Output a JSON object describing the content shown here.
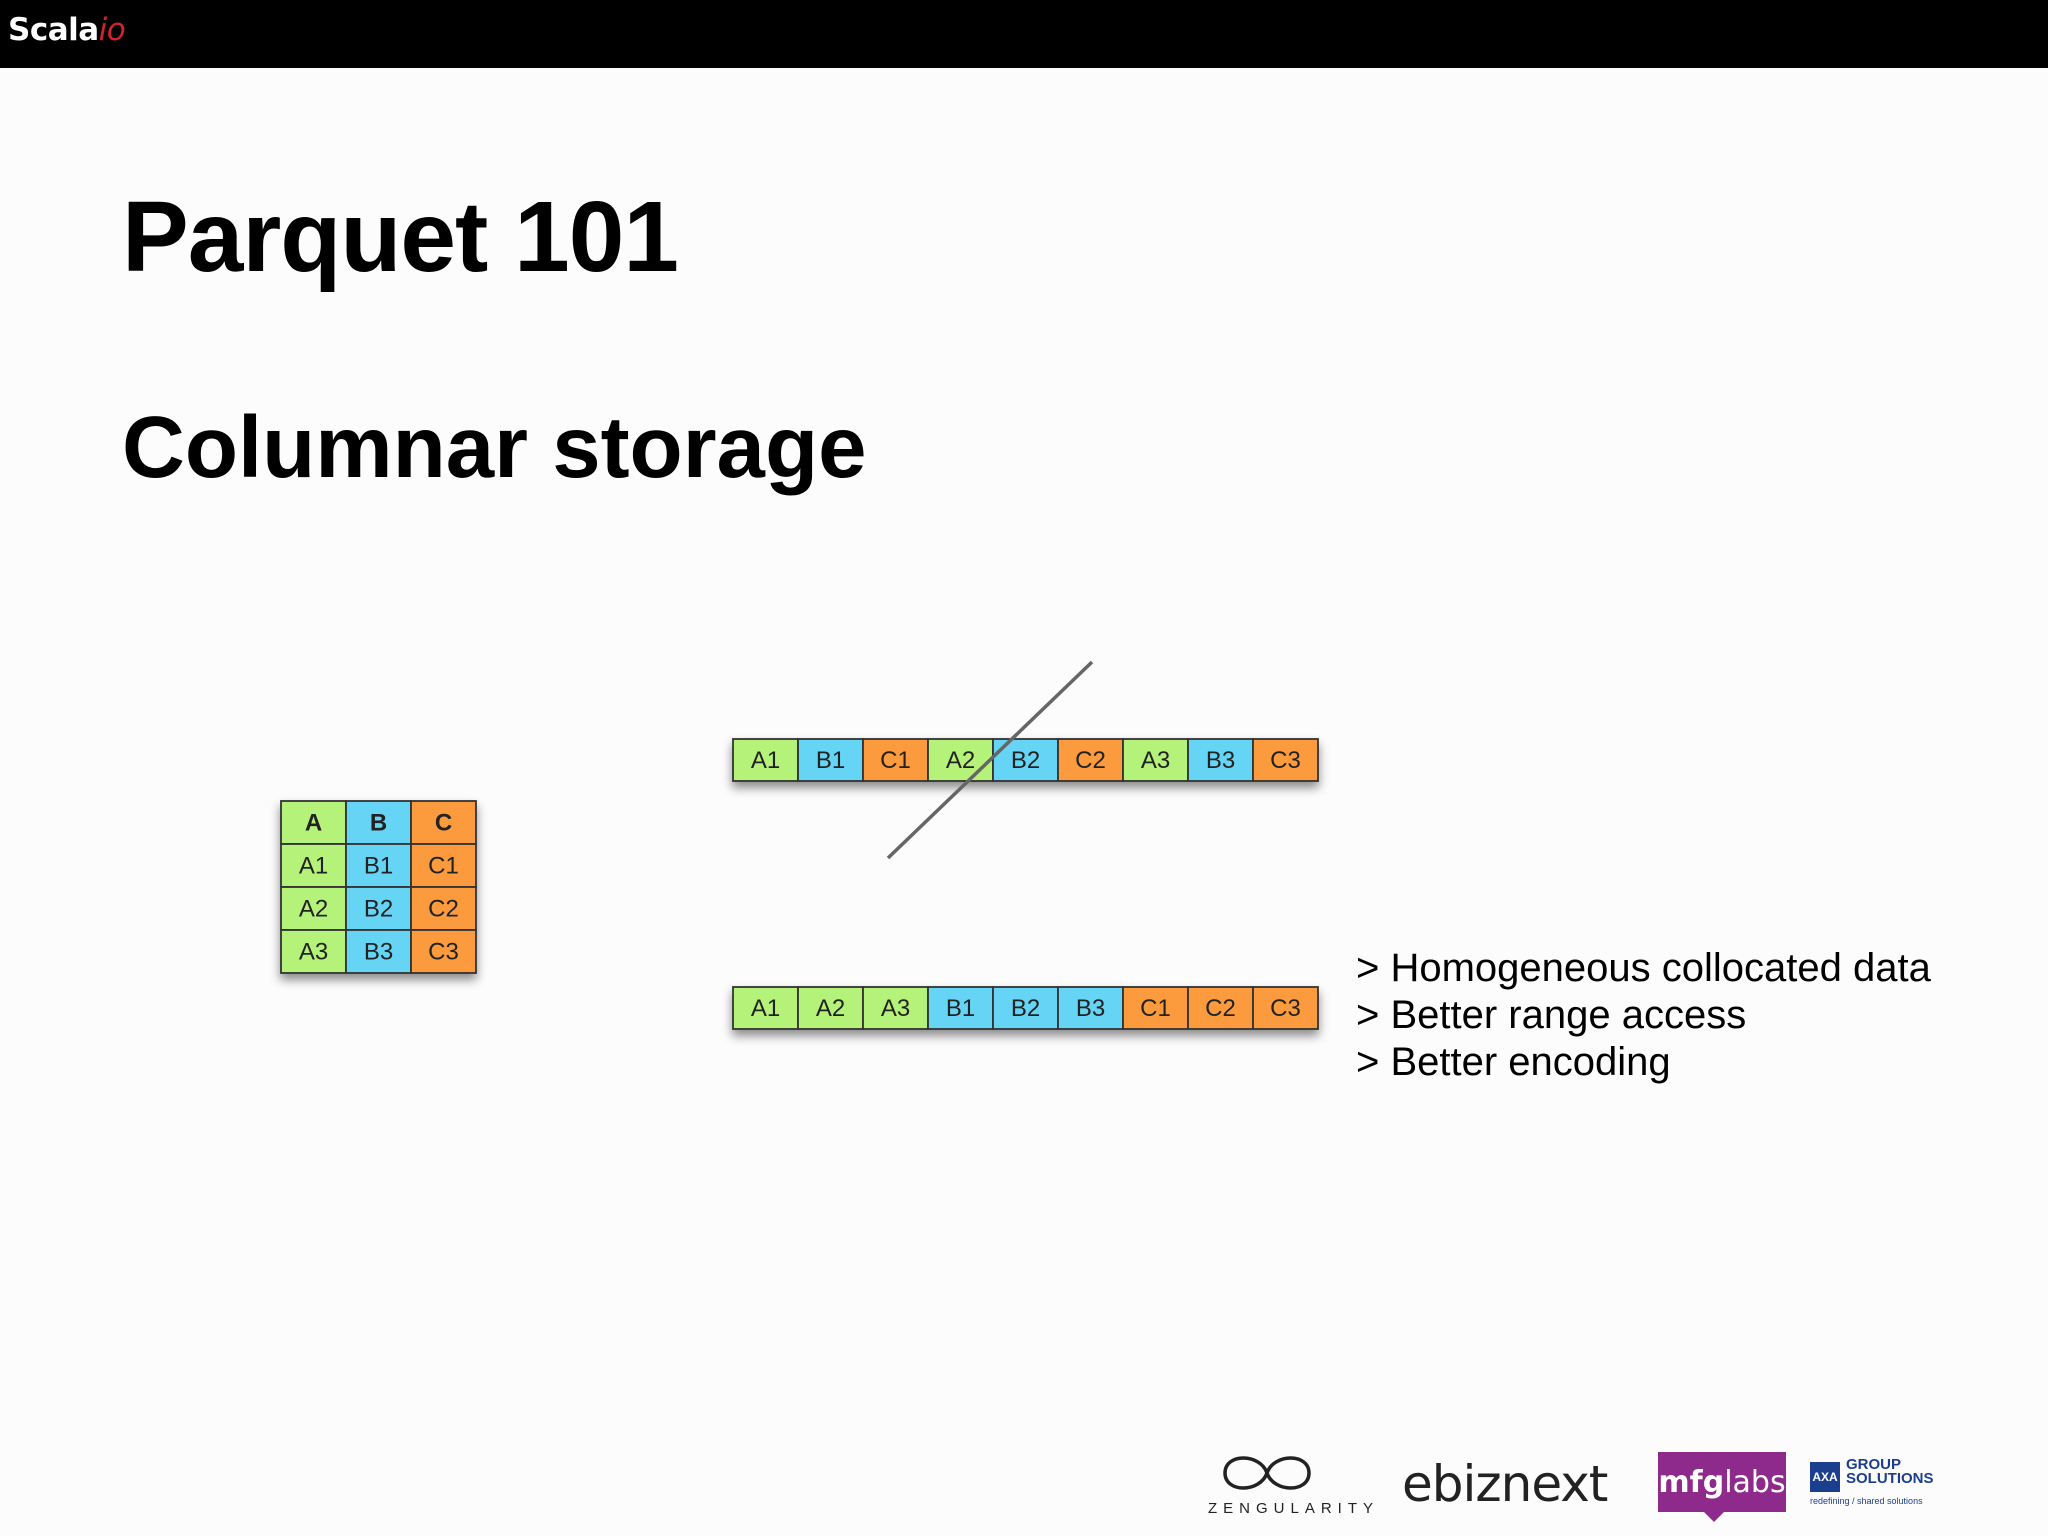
{
  "header": {
    "brand_main": "Scala",
    "brand_accent": "io"
  },
  "slide": {
    "title": "Parquet 101",
    "subtitle": "Columnar storage"
  },
  "table": {
    "headers": [
      "A",
      "B",
      "C"
    ],
    "rows": [
      [
        "A1",
        "B1",
        "C1"
      ],
      [
        "A2",
        "B2",
        "C2"
      ],
      [
        "A3",
        "B3",
        "C3"
      ]
    ]
  },
  "row_layout": [
    "A1",
    "B1",
    "C1",
    "A2",
    "B2",
    "C2",
    "A3",
    "B3",
    "C3"
  ],
  "column_layout": [
    "A1",
    "A2",
    "A3",
    "B1",
    "B2",
    "B3",
    "C1",
    "C2",
    "C3"
  ],
  "bullets": [
    "> Homogeneous collocated data",
    "> Better range access",
    "> Better encoding"
  ],
  "colors": {
    "A": "#b5f27a",
    "B": "#66d4f5",
    "C": "#fb9b3c",
    "topbar": "#000000",
    "accent": "#d1232a"
  },
  "sponsors": {
    "zengularity": "ZENGULARITY",
    "ebiznext": "ebiznext",
    "mfglabs_main": "mfg",
    "mfglabs_accent": "labs",
    "axa_badge": "AXA",
    "axa_line1": "GROUP",
    "axa_line2": "SOLUTIONS",
    "axa_tagline": "redefining / shared solutions"
  }
}
